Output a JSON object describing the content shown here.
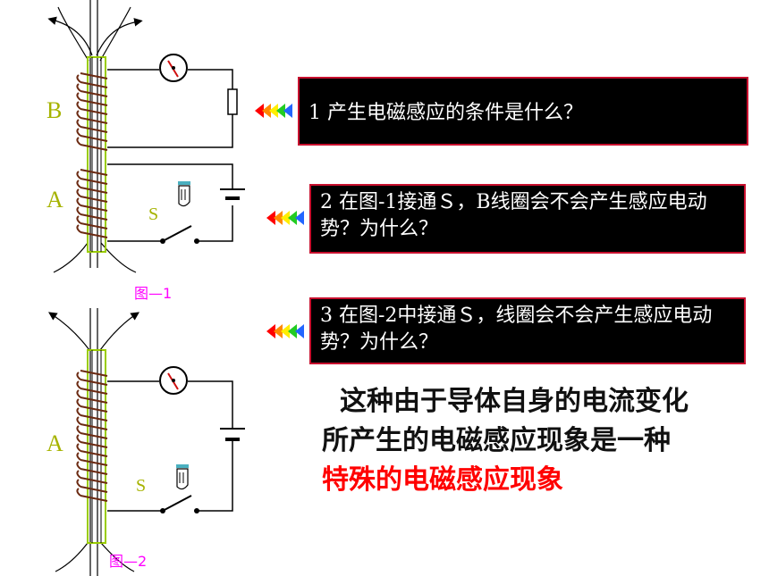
{
  "figure1": {
    "label_b": "B",
    "label_a": "A",
    "label_s": "S",
    "caption": "图—1"
  },
  "figure2": {
    "label_a": "A",
    "label_s": "S",
    "caption": "图—2"
  },
  "questions": [
    {
      "text": "1  产生电磁感应的条件是什么？"
    },
    {
      "text": "2  在图-1接通Ｓ，B线圈会不会产生感应电动势？为什么？"
    },
    {
      "text": "3  在图-2中接通Ｓ，线圈会不会产生感应电动势？为什么？"
    }
  ],
  "conclusion": {
    "line1": "这种由于导体自身的电流变化",
    "line2": "所产生的电磁感应现象是一种",
    "line3": "特殊的电磁感应现象"
  },
  "colors": {
    "label_green": "#a6b300",
    "caption_magenta": "#ff00ff",
    "box_border": "#c8102e",
    "highlight_red": "#ff0000",
    "core_green": "#99cc00",
    "coil_brown": "#6b2a12"
  }
}
